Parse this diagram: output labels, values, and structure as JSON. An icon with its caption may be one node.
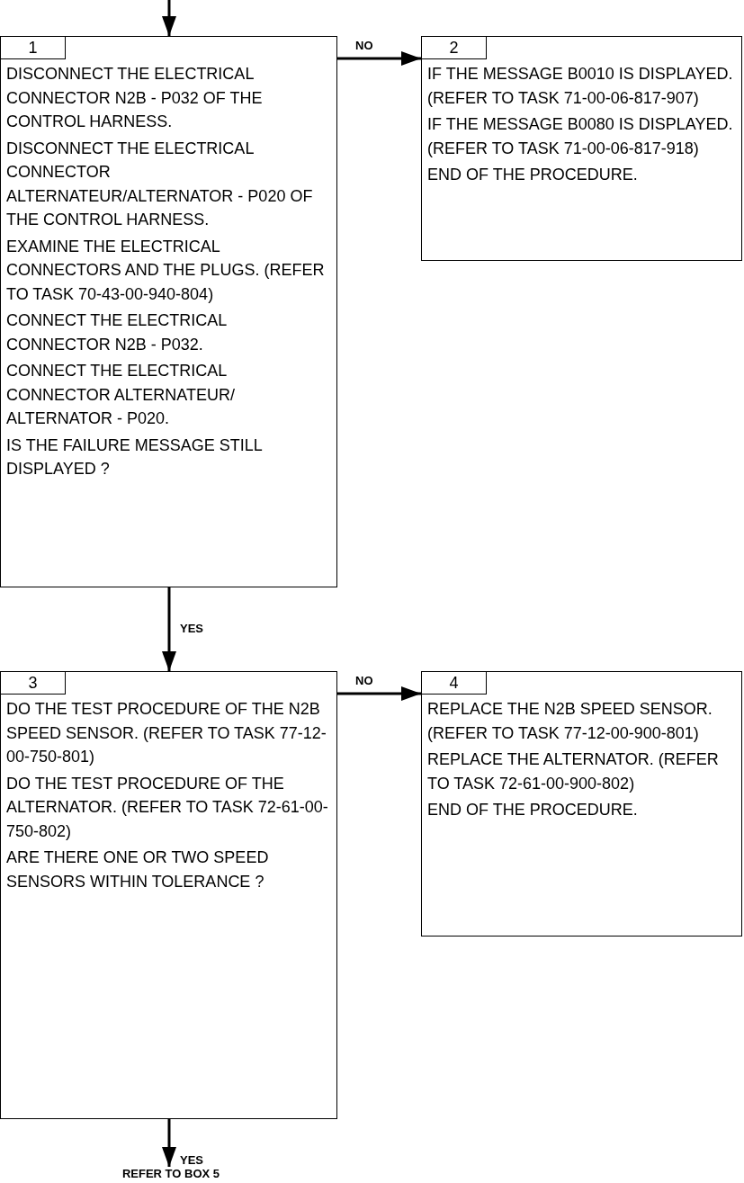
{
  "diagram": {
    "nodes": [
      {
        "text": [
          "1",
          "DISCONNECT THE ELECTRICAL CONNECTOR N2B - P032 OF THE CONTROL HARNESS.",
          "DISCONNECT THE ELECTRICAL CONNECTOR ALTERNATEUR/ALTERNATOR - P020 OF THE CONTROL HARNESS.",
          "EXAMINE THE ELECTRICAL CONNECTORS AND THE PLUGS. (REFER TO TASK 70-43-00-940-804)",
          "CONNECT THE ELECTRICAL CONNECTOR N2B - P032.",
          "CONNECT THE ELECTRICAL CONNECTOR ALTERNATEUR/ ALTERNATOR - P020.",
          "IS THE FAILURE MESSAGE STILL DISPLAYED ?"
        ]
      },
      {
        "text": [
          "2",
          "IF THE MESSAGE B0010 IS DISPLAYED. (REFER TO TASK 71-00-06-817-907)",
          "IF THE MESSAGE B0080 IS DISPLAYED. (REFER TO TASK 71-00-06-817-918)",
          "END OF THE PROCEDURE."
        ]
      },
      {
        "text": [
          "3",
          "DO THE TEST PROCEDURE OF THE N2B SPEED SENSOR. (REFER TO TASK 77-12-00-750-801)",
          "DO THE TEST PROCEDURE OF THE ALTERNATOR. (REFER TO TASK 72-61-00-750-802)",
          "ARE THERE ONE OR TWO SPEED SENSORS WITHIN TOLERANCE ?"
        ]
      },
      {
        "text": [
          "4",
          "REPLACE THE N2B SPEED SENSOR. (REFER TO TASK 77-12-00-900-801)",
          "REPLACE THE ALTERNATOR. (REFER TO TASK 72-61-00-900-802)",
          "END OF THE PROCEDURE."
        ]
      },
      {
        "text": [
          "REFER TO BOX 5"
        ]
      }
    ],
    "edges": [
      {
        "from": null,
        "to": 0,
        "arrow": "to"
      },
      {
        "from": 0,
        "to": 1,
        "arrow": "to",
        "label": "NO"
      },
      {
        "from": 0,
        "to": 2,
        "arrow": "to",
        "label": "YES"
      },
      {
        "from": 2,
        "to": 3,
        "arrow": "to",
        "label": "NO"
      },
      {
        "from": 2,
        "to": 4,
        "arrow": "to",
        "label": "YES"
      }
    ]
  }
}
